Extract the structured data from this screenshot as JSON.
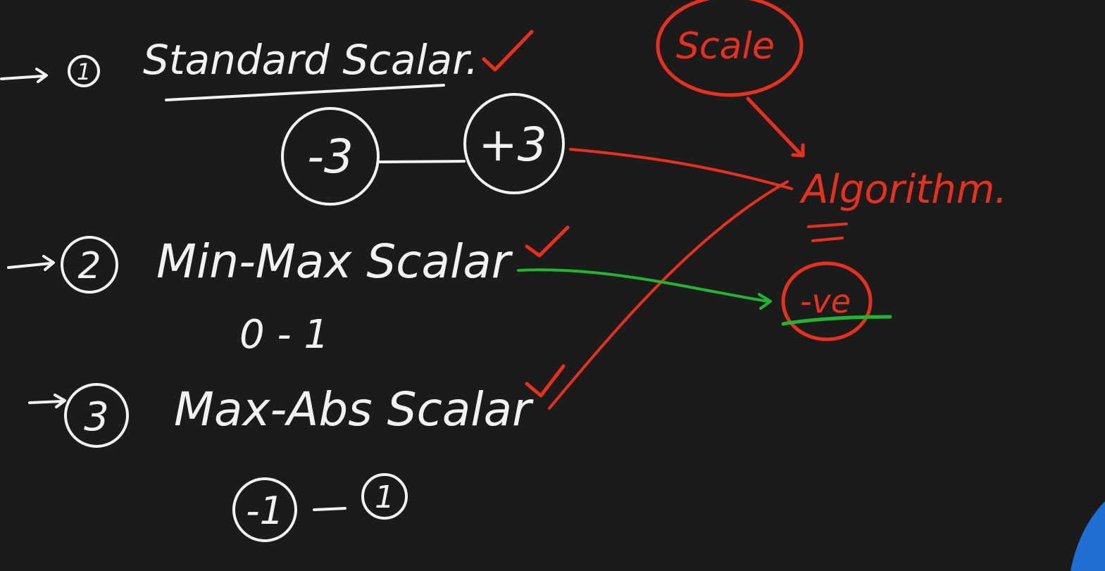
{
  "items": [
    {
      "marker": "1",
      "name": "Standard Scalar.",
      "range_low": "-3",
      "range_high": "+3"
    },
    {
      "marker": "2",
      "name": "Min-Max Scalar",
      "range_text": "0 - 1"
    },
    {
      "marker": "3",
      "name": "Max-Abs Scalar",
      "range_low": "-1",
      "range_high": "1"
    }
  ],
  "right": {
    "scale_label": "Scale",
    "algorithm_label": "Algorithm.",
    "negative_label": "-ve"
  },
  "colors": {
    "background": "#1b1b1b",
    "chalk_white": "#f2f2f2",
    "chalk_red": "#e8301f",
    "chalk_green": "#21b531"
  }
}
